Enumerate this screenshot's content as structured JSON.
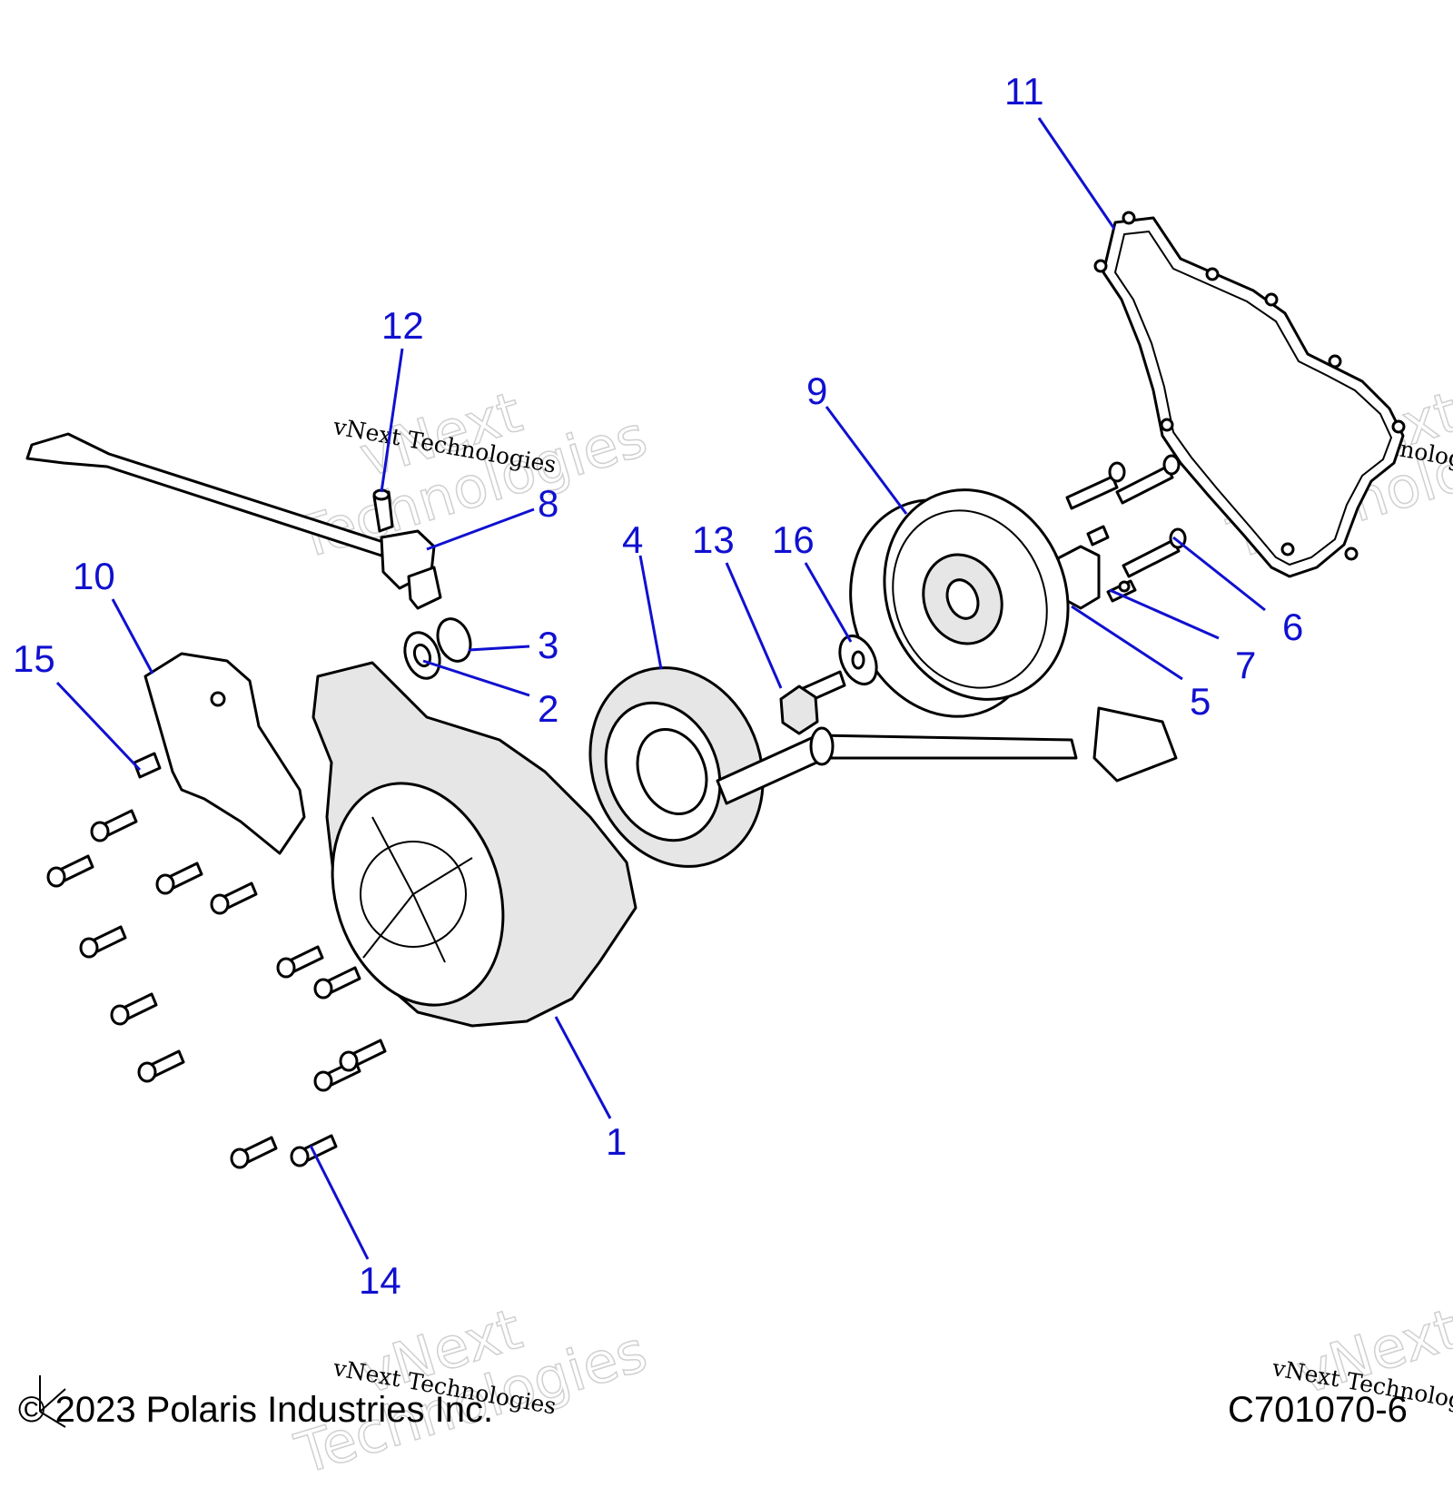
{
  "callouts": [
    {
      "id": "1",
      "label": "1"
    },
    {
      "id": "2",
      "label": "2"
    },
    {
      "id": "3",
      "label": "3"
    },
    {
      "id": "4",
      "label": "4"
    },
    {
      "id": "5",
      "label": "5"
    },
    {
      "id": "6",
      "label": "6"
    },
    {
      "id": "7",
      "label": "7"
    },
    {
      "id": "8",
      "label": "8"
    },
    {
      "id": "9",
      "label": "9"
    },
    {
      "id": "10",
      "label": "10"
    },
    {
      "id": "11",
      "label": "11"
    },
    {
      "id": "12",
      "label": "12"
    },
    {
      "id": "13",
      "label": "13"
    },
    {
      "id": "14",
      "label": "14"
    },
    {
      "id": "15",
      "label": "15"
    },
    {
      "id": "16",
      "label": "16"
    }
  ],
  "footer": {
    "copyright": "© 2023 Polaris Industries Inc.",
    "figure_id": "C701070-6"
  },
  "watermark": {
    "line": "vNext Technologies",
    "big_1": "vNext",
    "big_2": "Technologies"
  },
  "colors": {
    "callout": "#1010d0",
    "line_art": "#000000",
    "shading": "#e6e6e6"
  }
}
